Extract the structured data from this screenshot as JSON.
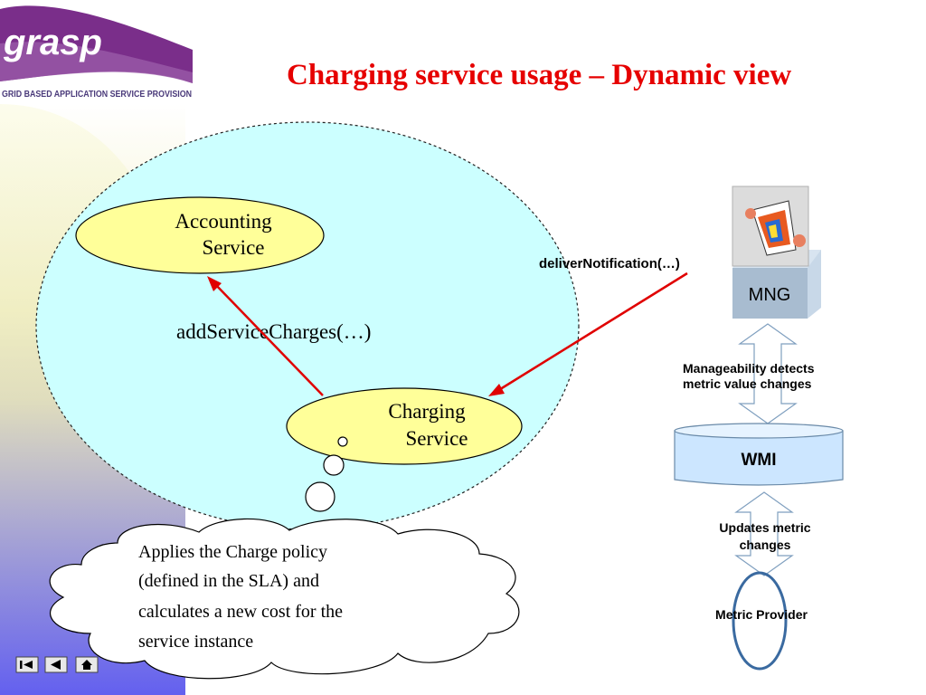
{
  "logo": {
    "word": "grasp",
    "tagline": "GRID BASED APPLICATION SERVICE PROVISION"
  },
  "title": "Charging service usage – Dynamic view",
  "accounting": {
    "line1": "Accounting",
    "line2": "Service"
  },
  "charging": {
    "line1": "Charging",
    "line2": "Service"
  },
  "add_call": "addServiceCharges(…)",
  "deliver_call": "deliverNotification(…)",
  "mng_label": "MNG",
  "manageability": {
    "line1": "Manageability detects",
    "line2": "metric value changes"
  },
  "wmi_label": "WMI",
  "updates": {
    "line1": "Updates metric",
    "line2": "changes"
  },
  "metric_provider": "Metric Provider",
  "thought": {
    "line1": "Applies the Charge policy",
    "line2": "(defined in the SLA) and",
    "line3": "calculates a new cost for the",
    "line4": "service instance"
  },
  "colors": {
    "title": "#e60000",
    "accounting_fill": "#ffff99",
    "charging_fill": "#ffff99",
    "region_fill": "#ccffff",
    "arrow": "#e00000",
    "wmi_fill": "#cce6ff",
    "mng_box": "#a8bcd0",
    "logo_purple": "#7a2e8a",
    "provider_outline": "#3a6aa0"
  },
  "nav_icons": [
    "first-slide-icon",
    "previous-slide-icon",
    "home-icon"
  ]
}
